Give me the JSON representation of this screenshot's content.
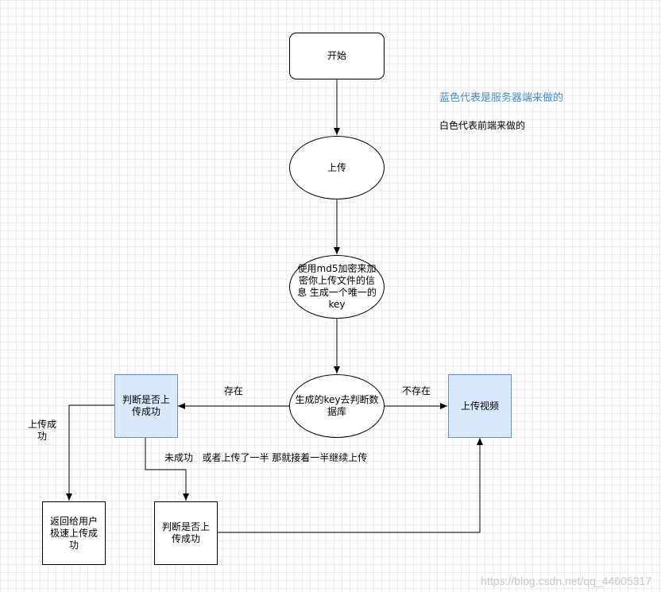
{
  "nodes": {
    "start": "开始",
    "upload": "上传",
    "md5": "使用md5加密来加密你上传文件的信息 生成一个唯一的key",
    "check_db": "生成的key去判断数据库",
    "judge_success": "判断是否上传成功",
    "upload_video": "上传视频",
    "return_user": "返回给用户极速上传成功",
    "judge_success_2": "判断是否上传成功"
  },
  "edge_labels": {
    "exists": "存在",
    "not_exists": "不存在",
    "upload_success": "上传成\n功",
    "not_success": "未成功   或者上传了一半 那就接着一半继续上传"
  },
  "legend": {
    "blue": "蓝色代表是服务器端来做的",
    "white": "白色代表前端来做的"
  },
  "colors": {
    "server_fill": "#dae8fc",
    "server_stroke": "#6c8ebf",
    "legend_blue_text": "#3d8fd6"
  },
  "watermark": "https://blog.csdn.net/qq_44605317"
}
